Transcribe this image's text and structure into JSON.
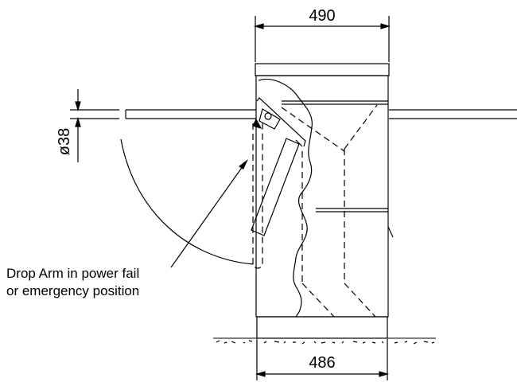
{
  "dimensions": {
    "top_width": "490",
    "base_width": "486",
    "arm_diameter": "ø38"
  },
  "annotation": {
    "line1": "Drop Arm in power fail",
    "line2": "or emergency position"
  }
}
